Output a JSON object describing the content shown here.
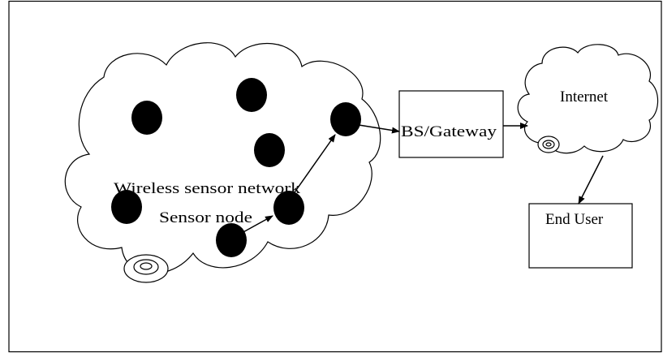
{
  "diagram": {
    "wsn_label": "Wireless sensor network",
    "sensor_node_label": "Sensor node",
    "gateway_label": "BS/Gateway",
    "internet_label": "Internet",
    "end_user_label": "End User"
  },
  "colors": {
    "stroke": "#000000",
    "node_fill": "#000000",
    "background": "#ffffff"
  }
}
